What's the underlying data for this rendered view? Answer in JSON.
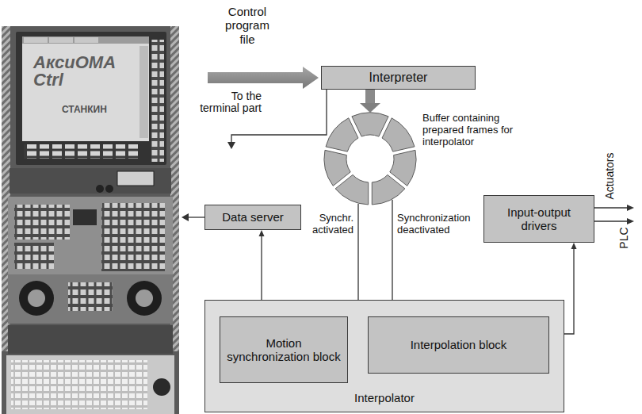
{
  "diagram": {
    "nodes": [
      {
        "text": [
          "Interpreter"
        ]
      },
      {
        "text": [
          "Buffer containing prepared frames for interpolator"
        ]
      },
      {
        "text": [
          "Data server"
        ]
      },
      {
        "text": [
          "Input-output drivers"
        ]
      },
      {
        "text": [
          "Interpolator"
        ]
      },
      {
        "text": [
          "Motion synchronization block"
        ],
        "in": 4
      },
      {
        "text": [
          "Interpolation block"
        ],
        "in": 4
      }
    ],
    "edges": [
      {
        "from": 0,
        "to": 1,
        "arrow": "to"
      },
      {
        "from": 1,
        "to": 5,
        "arrow": "to",
        "label": "Synchr. activated"
      },
      {
        "from": 1,
        "to": 6,
        "arrow": "to",
        "label": "Synchronization deactivated"
      },
      {
        "from": 4,
        "to": 2,
        "arrow": "to"
      },
      {
        "from": 5,
        "to": 6,
        "arrow": "to"
      },
      {
        "from": 6,
        "to": 3,
        "arrow": "both"
      }
    ],
    "labels": [
      "Control program file",
      "To the terminal part",
      "Actuators",
      "PLC",
      "АксиОМА Ctrl",
      "СТАНКИН"
    ]
  }
}
